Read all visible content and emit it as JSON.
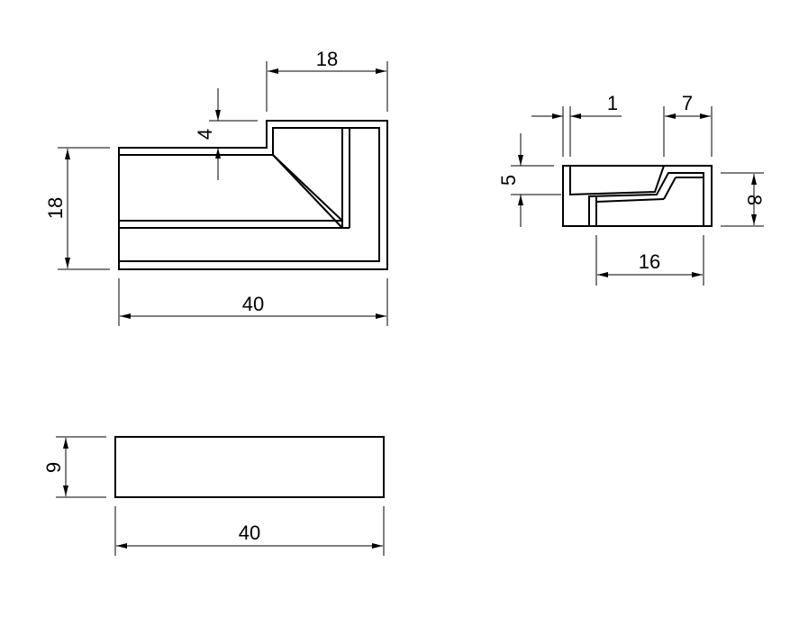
{
  "front_view": {
    "dims": {
      "width": "40",
      "height": "18",
      "step_width": "18",
      "step_height": "4"
    }
  },
  "side_view": {
    "dims": {
      "wall": "1",
      "lip": "7",
      "recess_depth": "5",
      "height": "8",
      "base_width": "16"
    }
  },
  "top_view": {
    "dims": {
      "width": "40",
      "height": "9"
    }
  }
}
